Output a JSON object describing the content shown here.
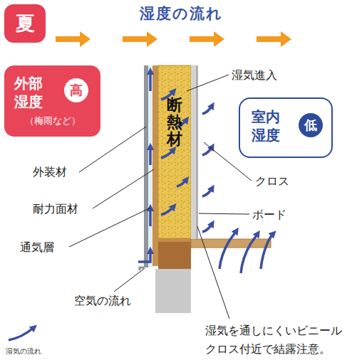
{
  "diagram": {
    "title": "湿度の流れ",
    "nodes": [
      {
        "text": [
          "夏"
        ]
      },
      {
        "text": [
          "外部湿度",
          "（梅雨など）"
        ]
      },
      {
        "text": [
          "高"
        ],
        "in": 1
      },
      {
        "text": [
          "室内湿度"
        ]
      },
      {
        "text": [
          "低"
        ],
        "in": 3
      }
    ],
    "labels": [
      "断熱材",
      "湿気進入",
      "クロス",
      "ボード",
      "外装材",
      "耐力面材",
      "通気層",
      "空気の流れ",
      "湿気を通しにくいビニールクロス付近で結露注意。"
    ],
    "legend": [
      {
        "text": "湿気の流れ"
      }
    ]
  }
}
